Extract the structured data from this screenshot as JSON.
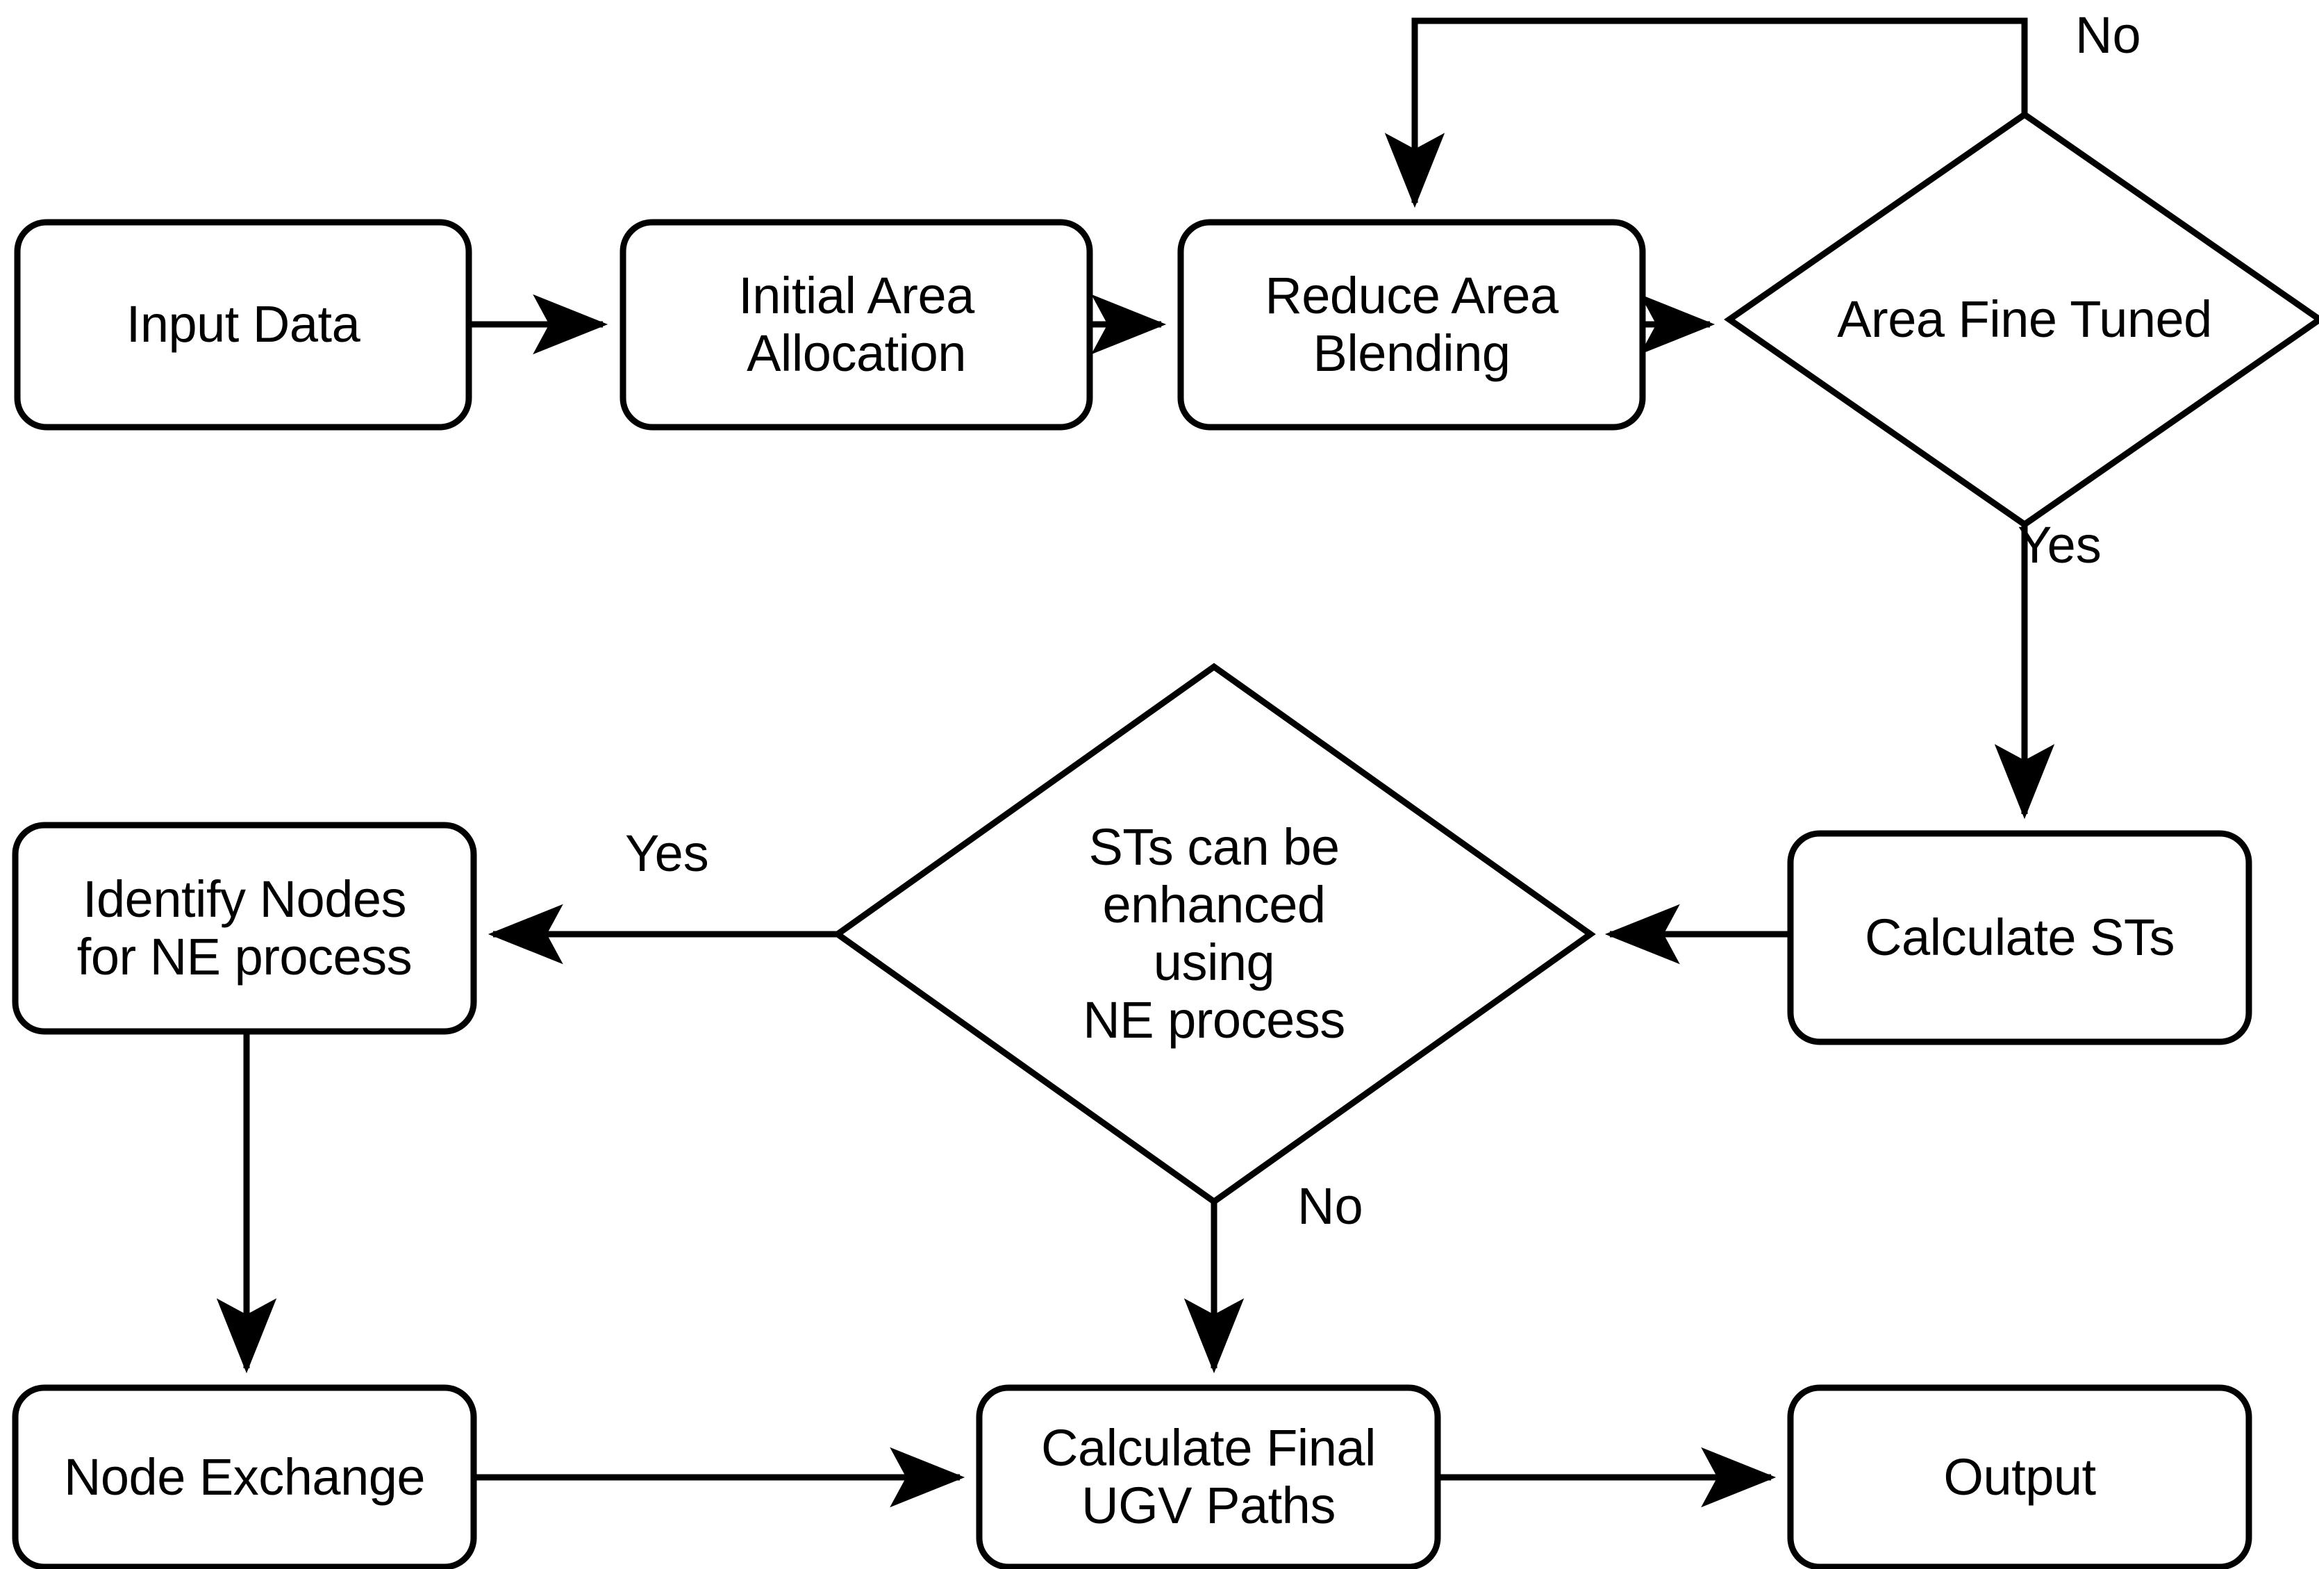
{
  "diagram": {
    "type": "flowchart",
    "title": "UGV Path Planning Flowchart",
    "stroke_color": "#000000",
    "fill_color": "#ffffff",
    "nodes": [
      {
        "id": "input-data",
        "shape": "rounded-rect",
        "label": "Input Data"
      },
      {
        "id": "initial-area-allocation",
        "shape": "rounded-rect",
        "label": "Initial Area\nAllocation"
      },
      {
        "id": "reduce-area-blending",
        "shape": "rounded-rect",
        "label": "Reduce Area\nBlending"
      },
      {
        "id": "area-fine-tuned",
        "shape": "diamond",
        "label": "Area Fine Tuned"
      },
      {
        "id": "calculate-sts",
        "shape": "rounded-rect",
        "label": "Calculate STs"
      },
      {
        "id": "sts-enhanced-ne",
        "shape": "diamond",
        "label": "STs can be\nenhanced\nusing\nNE process"
      },
      {
        "id": "identify-nodes",
        "shape": "rounded-rect",
        "label": "Identify Nodes\nfor NE process"
      },
      {
        "id": "node-exchange",
        "shape": "rounded-rect",
        "label": "Node Exchange"
      },
      {
        "id": "calculate-final-paths",
        "shape": "rounded-rect",
        "label": "Calculate Final\nUGV Paths"
      },
      {
        "id": "output",
        "shape": "rounded-rect",
        "label": "Output"
      }
    ],
    "edge_labels": [
      {
        "id": "no-area-fine-tuned",
        "text": "No"
      },
      {
        "id": "yes-area-fine-tuned",
        "text": "Yes"
      },
      {
        "id": "yes-sts-enhanced",
        "text": "Yes"
      },
      {
        "id": "no-sts-enhanced",
        "text": "No"
      }
    ],
    "edges": [
      {
        "from": "input-data",
        "to": "initial-area-allocation",
        "label": ""
      },
      {
        "from": "initial-area-allocation",
        "to": "reduce-area-blending",
        "label": ""
      },
      {
        "from": "reduce-area-blending",
        "to": "area-fine-tuned",
        "label": ""
      },
      {
        "from": "area-fine-tuned",
        "to": "reduce-area-blending",
        "label": "No"
      },
      {
        "from": "area-fine-tuned",
        "to": "calculate-sts",
        "label": "Yes"
      },
      {
        "from": "calculate-sts",
        "to": "sts-enhanced-ne",
        "label": ""
      },
      {
        "from": "sts-enhanced-ne",
        "to": "identify-nodes",
        "label": "Yes"
      },
      {
        "from": "sts-enhanced-ne",
        "to": "calculate-final-paths",
        "label": "No"
      },
      {
        "from": "identify-nodes",
        "to": "node-exchange",
        "label": ""
      },
      {
        "from": "node-exchange",
        "to": "calculate-final-paths",
        "label": ""
      },
      {
        "from": "calculate-final-paths",
        "to": "output",
        "label": ""
      }
    ]
  }
}
